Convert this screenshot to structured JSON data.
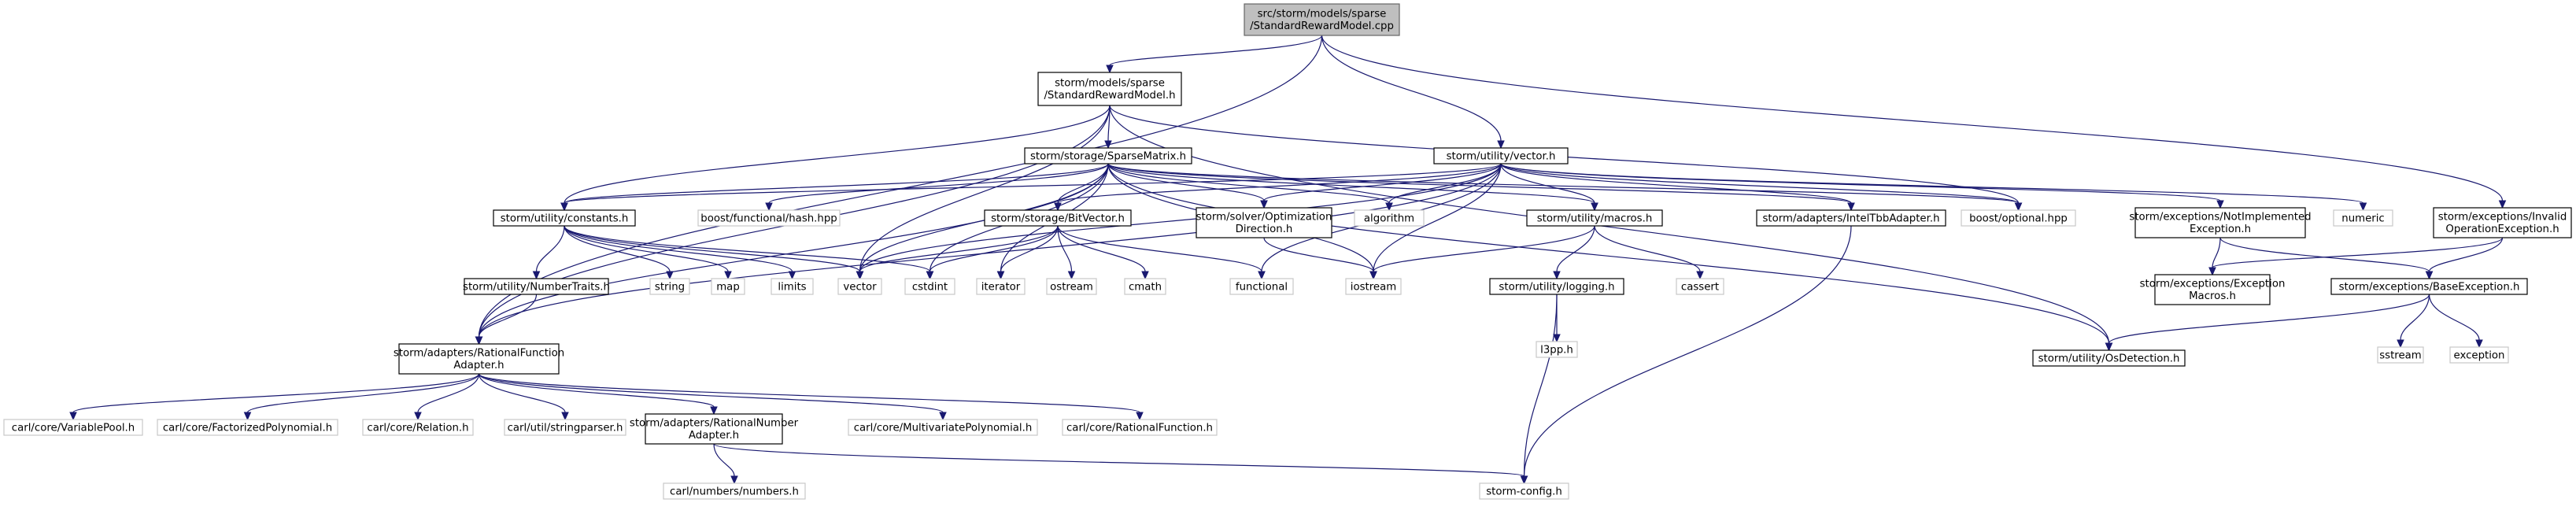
{
  "title": "src/storm/models/sparse/StandardRewardModel.cpp",
  "colors": {
    "edge": "#191970",
    "documented_border": "#000000",
    "external_border": "#c8c8c8",
    "root_fill": "#bfbfbf"
  },
  "nodes": [
    {
      "id": "root",
      "kind": "root",
      "lines": [
        "src/storm/models/sparse",
        "/StandardRewardModel.cpp"
      ]
    },
    {
      "id": "srm_h",
      "kind": "black",
      "lines": [
        "storm/models/sparse",
        "/StandardRewardModel.h"
      ]
    },
    {
      "id": "sparse_matrix",
      "kind": "black",
      "lines": [
        "storm/storage/SparseMatrix.h"
      ]
    },
    {
      "id": "vector_h",
      "kind": "black",
      "lines": [
        "storm/utility/vector.h"
      ]
    },
    {
      "id": "constants",
      "kind": "black",
      "lines": [
        "storm/utility/constants.h"
      ]
    },
    {
      "id": "hash",
      "kind": "gray",
      "lines": [
        "boost/functional/hash.hpp"
      ]
    },
    {
      "id": "bitvector",
      "kind": "black",
      "lines": [
        "storm/storage/BitVector.h"
      ]
    },
    {
      "id": "optdir",
      "kind": "black",
      "lines": [
        "storm/solver/Optimization",
        "Direction.h"
      ]
    },
    {
      "id": "algorithm",
      "kind": "gray",
      "lines": [
        "algorithm"
      ]
    },
    {
      "id": "macros",
      "kind": "black",
      "lines": [
        "storm/utility/macros.h"
      ]
    },
    {
      "id": "tbb",
      "kind": "black",
      "lines": [
        "storm/adapters/IntelTbbAdapter.h"
      ]
    },
    {
      "id": "optional",
      "kind": "gray",
      "lines": [
        "boost/optional.hpp"
      ]
    },
    {
      "id": "notimpl",
      "kind": "black",
      "lines": [
        "storm/exceptions/NotImplemented",
        "Exception.h"
      ]
    },
    {
      "id": "numeric",
      "kind": "gray",
      "lines": [
        "numeric"
      ]
    },
    {
      "id": "invalidop",
      "kind": "black",
      "lines": [
        "storm/exceptions/Invalid",
        "OperationException.h"
      ]
    },
    {
      "id": "numtraits",
      "kind": "black",
      "lines": [
        "storm/utility/NumberTraits.h"
      ]
    },
    {
      "id": "string",
      "kind": "gray",
      "lines": [
        "string"
      ]
    },
    {
      "id": "map",
      "kind": "gray",
      "lines": [
        "map"
      ]
    },
    {
      "id": "limits",
      "kind": "gray",
      "lines": [
        "limits"
      ]
    },
    {
      "id": "vector",
      "kind": "gray",
      "lines": [
        "vector"
      ]
    },
    {
      "id": "cstdint",
      "kind": "gray",
      "lines": [
        "cstdint"
      ]
    },
    {
      "id": "iterator",
      "kind": "gray",
      "lines": [
        "iterator"
      ]
    },
    {
      "id": "ostream",
      "kind": "gray",
      "lines": [
        "ostream"
      ]
    },
    {
      "id": "cmath",
      "kind": "gray",
      "lines": [
        "cmath"
      ]
    },
    {
      "id": "functional",
      "kind": "gray",
      "lines": [
        "functional"
      ]
    },
    {
      "id": "iostream",
      "kind": "gray",
      "lines": [
        "iostream"
      ]
    },
    {
      "id": "logging",
      "kind": "black",
      "lines": [
        "storm/utility/logging.h"
      ]
    },
    {
      "id": "cassert",
      "kind": "gray",
      "lines": [
        "cassert"
      ]
    },
    {
      "id": "l3pp",
      "kind": "gray",
      "lines": [
        "l3pp.h"
      ]
    },
    {
      "id": "excmacros",
      "kind": "black",
      "lines": [
        "storm/exceptions/Exception",
        "Macros.h"
      ]
    },
    {
      "id": "baseexc",
      "kind": "black",
      "lines": [
        "storm/exceptions/BaseException.h"
      ]
    },
    {
      "id": "sstream",
      "kind": "gray",
      "lines": [
        "sstream"
      ]
    },
    {
      "id": "exception",
      "kind": "gray",
      "lines": [
        "exception"
      ]
    },
    {
      "id": "osdet",
      "kind": "black",
      "lines": [
        "storm/utility/OsDetection.h"
      ]
    },
    {
      "id": "rfa",
      "kind": "black",
      "lines": [
        "storm/adapters/RationalFunction",
        "Adapter.h"
      ]
    },
    {
      "id": "varpool",
      "kind": "gray",
      "lines": [
        "carl/core/VariablePool.h"
      ]
    },
    {
      "id": "factpoly",
      "kind": "gray",
      "lines": [
        "carl/core/FactorizedPolynomial.h"
      ]
    },
    {
      "id": "relation",
      "kind": "gray",
      "lines": [
        "carl/core/Relation.h"
      ]
    },
    {
      "id": "strparser",
      "kind": "gray",
      "lines": [
        "carl/util/stringparser.h"
      ]
    },
    {
      "id": "rna",
      "kind": "black",
      "lines": [
        "storm/adapters/RationalNumber",
        "Adapter.h"
      ]
    },
    {
      "id": "multipoly",
      "kind": "gray",
      "lines": [
        "carl/core/MultivariatePolynomial.h"
      ]
    },
    {
      "id": "ratfunc",
      "kind": "gray",
      "lines": [
        "carl/core/RationalFunction.h"
      ]
    },
    {
      "id": "numbers",
      "kind": "gray",
      "lines": [
        "carl/numbers/numbers.h"
      ]
    },
    {
      "id": "stormconfig",
      "kind": "gray",
      "lines": [
        "storm-config.h"
      ]
    }
  ],
  "edges": [
    [
      "root",
      "srm_h"
    ],
    [
      "root",
      "vector_h"
    ],
    [
      "root",
      "invalidop"
    ],
    [
      "root",
      "rfa"
    ],
    [
      "srm_h",
      "sparse_matrix"
    ],
    [
      "srm_h",
      "constants"
    ],
    [
      "srm_h",
      "vector"
    ],
    [
      "srm_h",
      "optional"
    ],
    [
      "srm_h",
      "osdet"
    ],
    [
      "srm_h",
      "rfa"
    ],
    [
      "sparse_matrix",
      "constants"
    ],
    [
      "sparse_matrix",
      "hash"
    ],
    [
      "sparse_matrix",
      "bitvector"
    ],
    [
      "sparse_matrix",
      "optdir"
    ],
    [
      "sparse_matrix",
      "algorithm"
    ],
    [
      "sparse_matrix",
      "macros"
    ],
    [
      "sparse_matrix",
      "tbb"
    ],
    [
      "sparse_matrix",
      "optional"
    ],
    [
      "sparse_matrix",
      "osdet"
    ],
    [
      "sparse_matrix",
      "rfa"
    ],
    [
      "sparse_matrix",
      "vector"
    ],
    [
      "sparse_matrix",
      "cstdint"
    ],
    [
      "sparse_matrix",
      "iterator"
    ],
    [
      "sparse_matrix",
      "iostream"
    ],
    [
      "vector_h",
      "constants"
    ],
    [
      "vector_h",
      "bitvector"
    ],
    [
      "vector_h",
      "optdir"
    ],
    [
      "vector_h",
      "algorithm"
    ],
    [
      "vector_h",
      "macros"
    ],
    [
      "vector_h",
      "tbb"
    ],
    [
      "vector_h",
      "optional"
    ],
    [
      "vector_h",
      "notimpl"
    ],
    [
      "vector_h",
      "numeric"
    ],
    [
      "vector_h",
      "vector"
    ],
    [
      "vector_h",
      "functional"
    ],
    [
      "vector_h",
      "iostream"
    ],
    [
      "vector_h",
      "rfa"
    ],
    [
      "constants",
      "numtraits"
    ],
    [
      "constants",
      "string"
    ],
    [
      "constants",
      "map"
    ],
    [
      "constants",
      "limits"
    ],
    [
      "constants",
      "vector"
    ],
    [
      "constants",
      "cstdint"
    ],
    [
      "numtraits",
      "rfa"
    ],
    [
      "bitvector",
      "vector"
    ],
    [
      "bitvector",
      "cstdint"
    ],
    [
      "bitvector",
      "iterator"
    ],
    [
      "bitvector",
      "ostream"
    ],
    [
      "bitvector",
      "cmath"
    ],
    [
      "bitvector",
      "functional"
    ],
    [
      "optdir",
      "iostream"
    ],
    [
      "macros",
      "logging"
    ],
    [
      "macros",
      "cassert"
    ],
    [
      "macros",
      "iostream"
    ],
    [
      "logging",
      "l3pp"
    ],
    [
      "logging",
      "stormconfig"
    ],
    [
      "tbb",
      "stormconfig"
    ],
    [
      "notimpl",
      "excmacros"
    ],
    [
      "notimpl",
      "baseexc"
    ],
    [
      "invalidop",
      "excmacros"
    ],
    [
      "invalidop",
      "baseexc"
    ],
    [
      "baseexc",
      "sstream"
    ],
    [
      "baseexc",
      "exception"
    ],
    [
      "baseexc",
      "osdet"
    ],
    [
      "rfa",
      "varpool"
    ],
    [
      "rfa",
      "factpoly"
    ],
    [
      "rfa",
      "relation"
    ],
    [
      "rfa",
      "strparser"
    ],
    [
      "rfa",
      "rna"
    ],
    [
      "rfa",
      "multipoly"
    ],
    [
      "rfa",
      "ratfunc"
    ],
    [
      "rna",
      "numbers"
    ],
    [
      "rna",
      "stormconfig"
    ]
  ]
}
